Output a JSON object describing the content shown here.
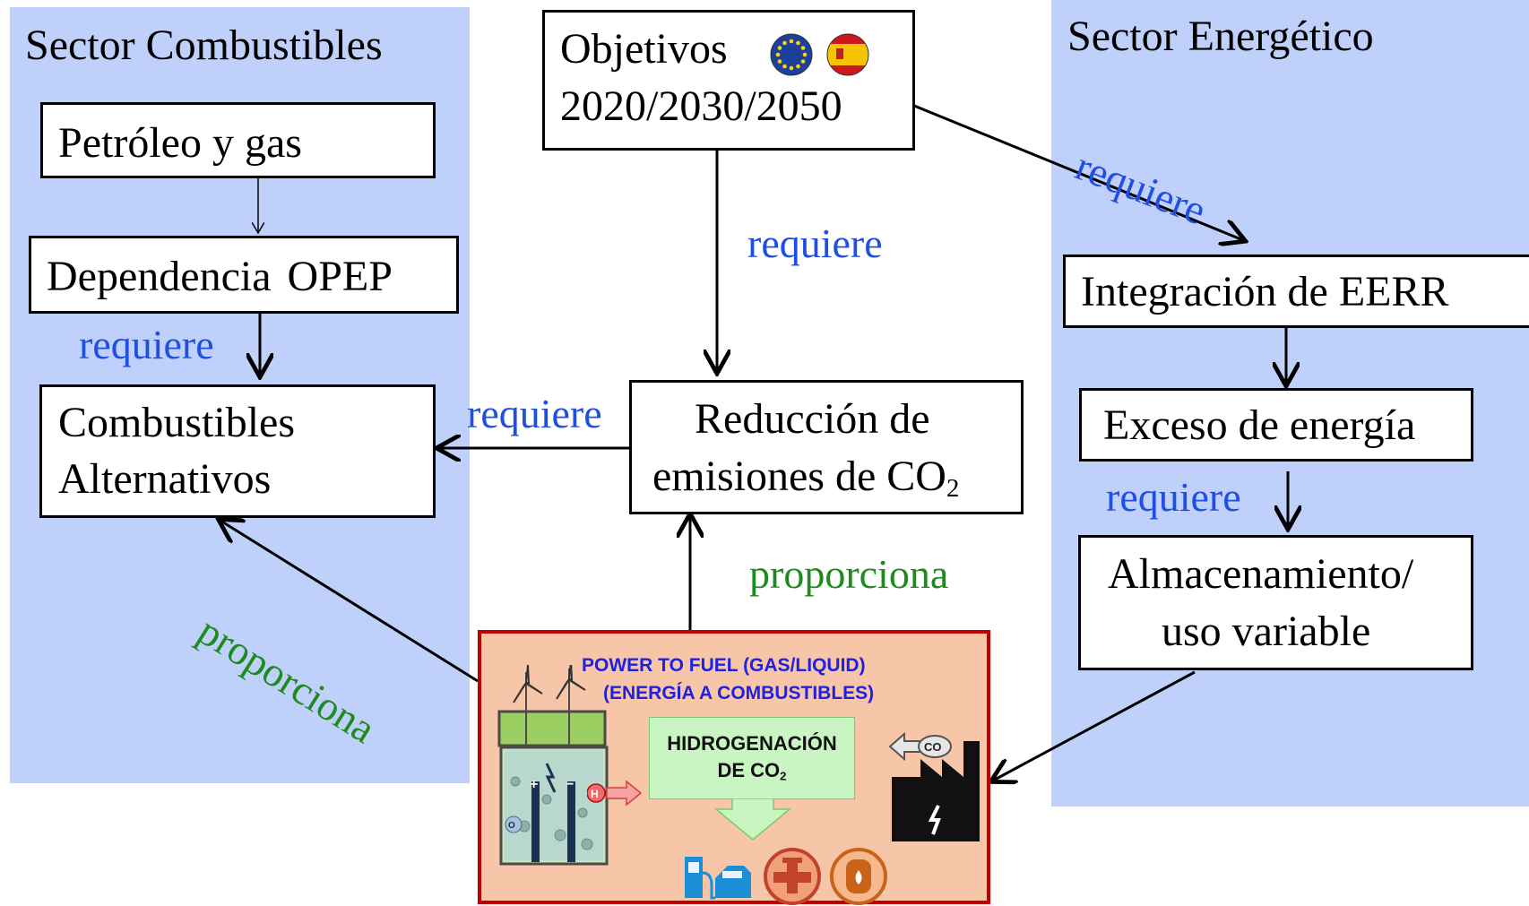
{
  "left_sector": {
    "title": "Sector Combustibles",
    "petroleo": "Petróleo y gas",
    "opep": "Dependencia OPEP",
    "requiere": "requiere",
    "alt_line1": "Combustibles",
    "alt_line2": "Alternativos"
  },
  "center": {
    "objetivos_line1": "Objetivos",
    "objetivos_line2": "2020/2030/2050",
    "requiere_down": "requiere",
    "requiere_left": "requiere",
    "reduccion_line1": "Reducción de",
    "reduccion_line2": "emisiones de CO",
    "reduccion_sub": "2",
    "proporciona_up": "proporciona",
    "proporciona_diag": "proporciona"
  },
  "right_sector": {
    "title": "Sector Energético",
    "requiere_diag": "requiere",
    "integracion": "Integración de EERR",
    "exceso": "Exceso de energía",
    "requiere": "requiere",
    "almac_line1": "Almacenamiento/",
    "almac_line2": "uso variable"
  },
  "ptf": {
    "title1": "POWER TO FUEL (GAS/LIQUID)",
    "title2": "(ENERGÍA A COMBUSTIBLES)",
    "hydro_line1": "HIDROGENACIÓN",
    "hydro_line2": "DE CO",
    "hydro_sub": "2",
    "h2": "H",
    "o2": "O",
    "co2": "CO"
  },
  "colors": {
    "panel": "#bfd0fb",
    "requiere": "#1f4fe0",
    "proporciona": "#1e8b1e",
    "ptf_bg": "#f7c6a8",
    "ptf_border": "#c00000"
  },
  "icons": [
    "eu-flag-icon",
    "spain-flag-icon",
    "wind-turbine-icon",
    "electrolyzer-icon",
    "factory-icon",
    "fuel-pump-icon",
    "gas-valve-icon",
    "gas-tank-icon"
  ]
}
